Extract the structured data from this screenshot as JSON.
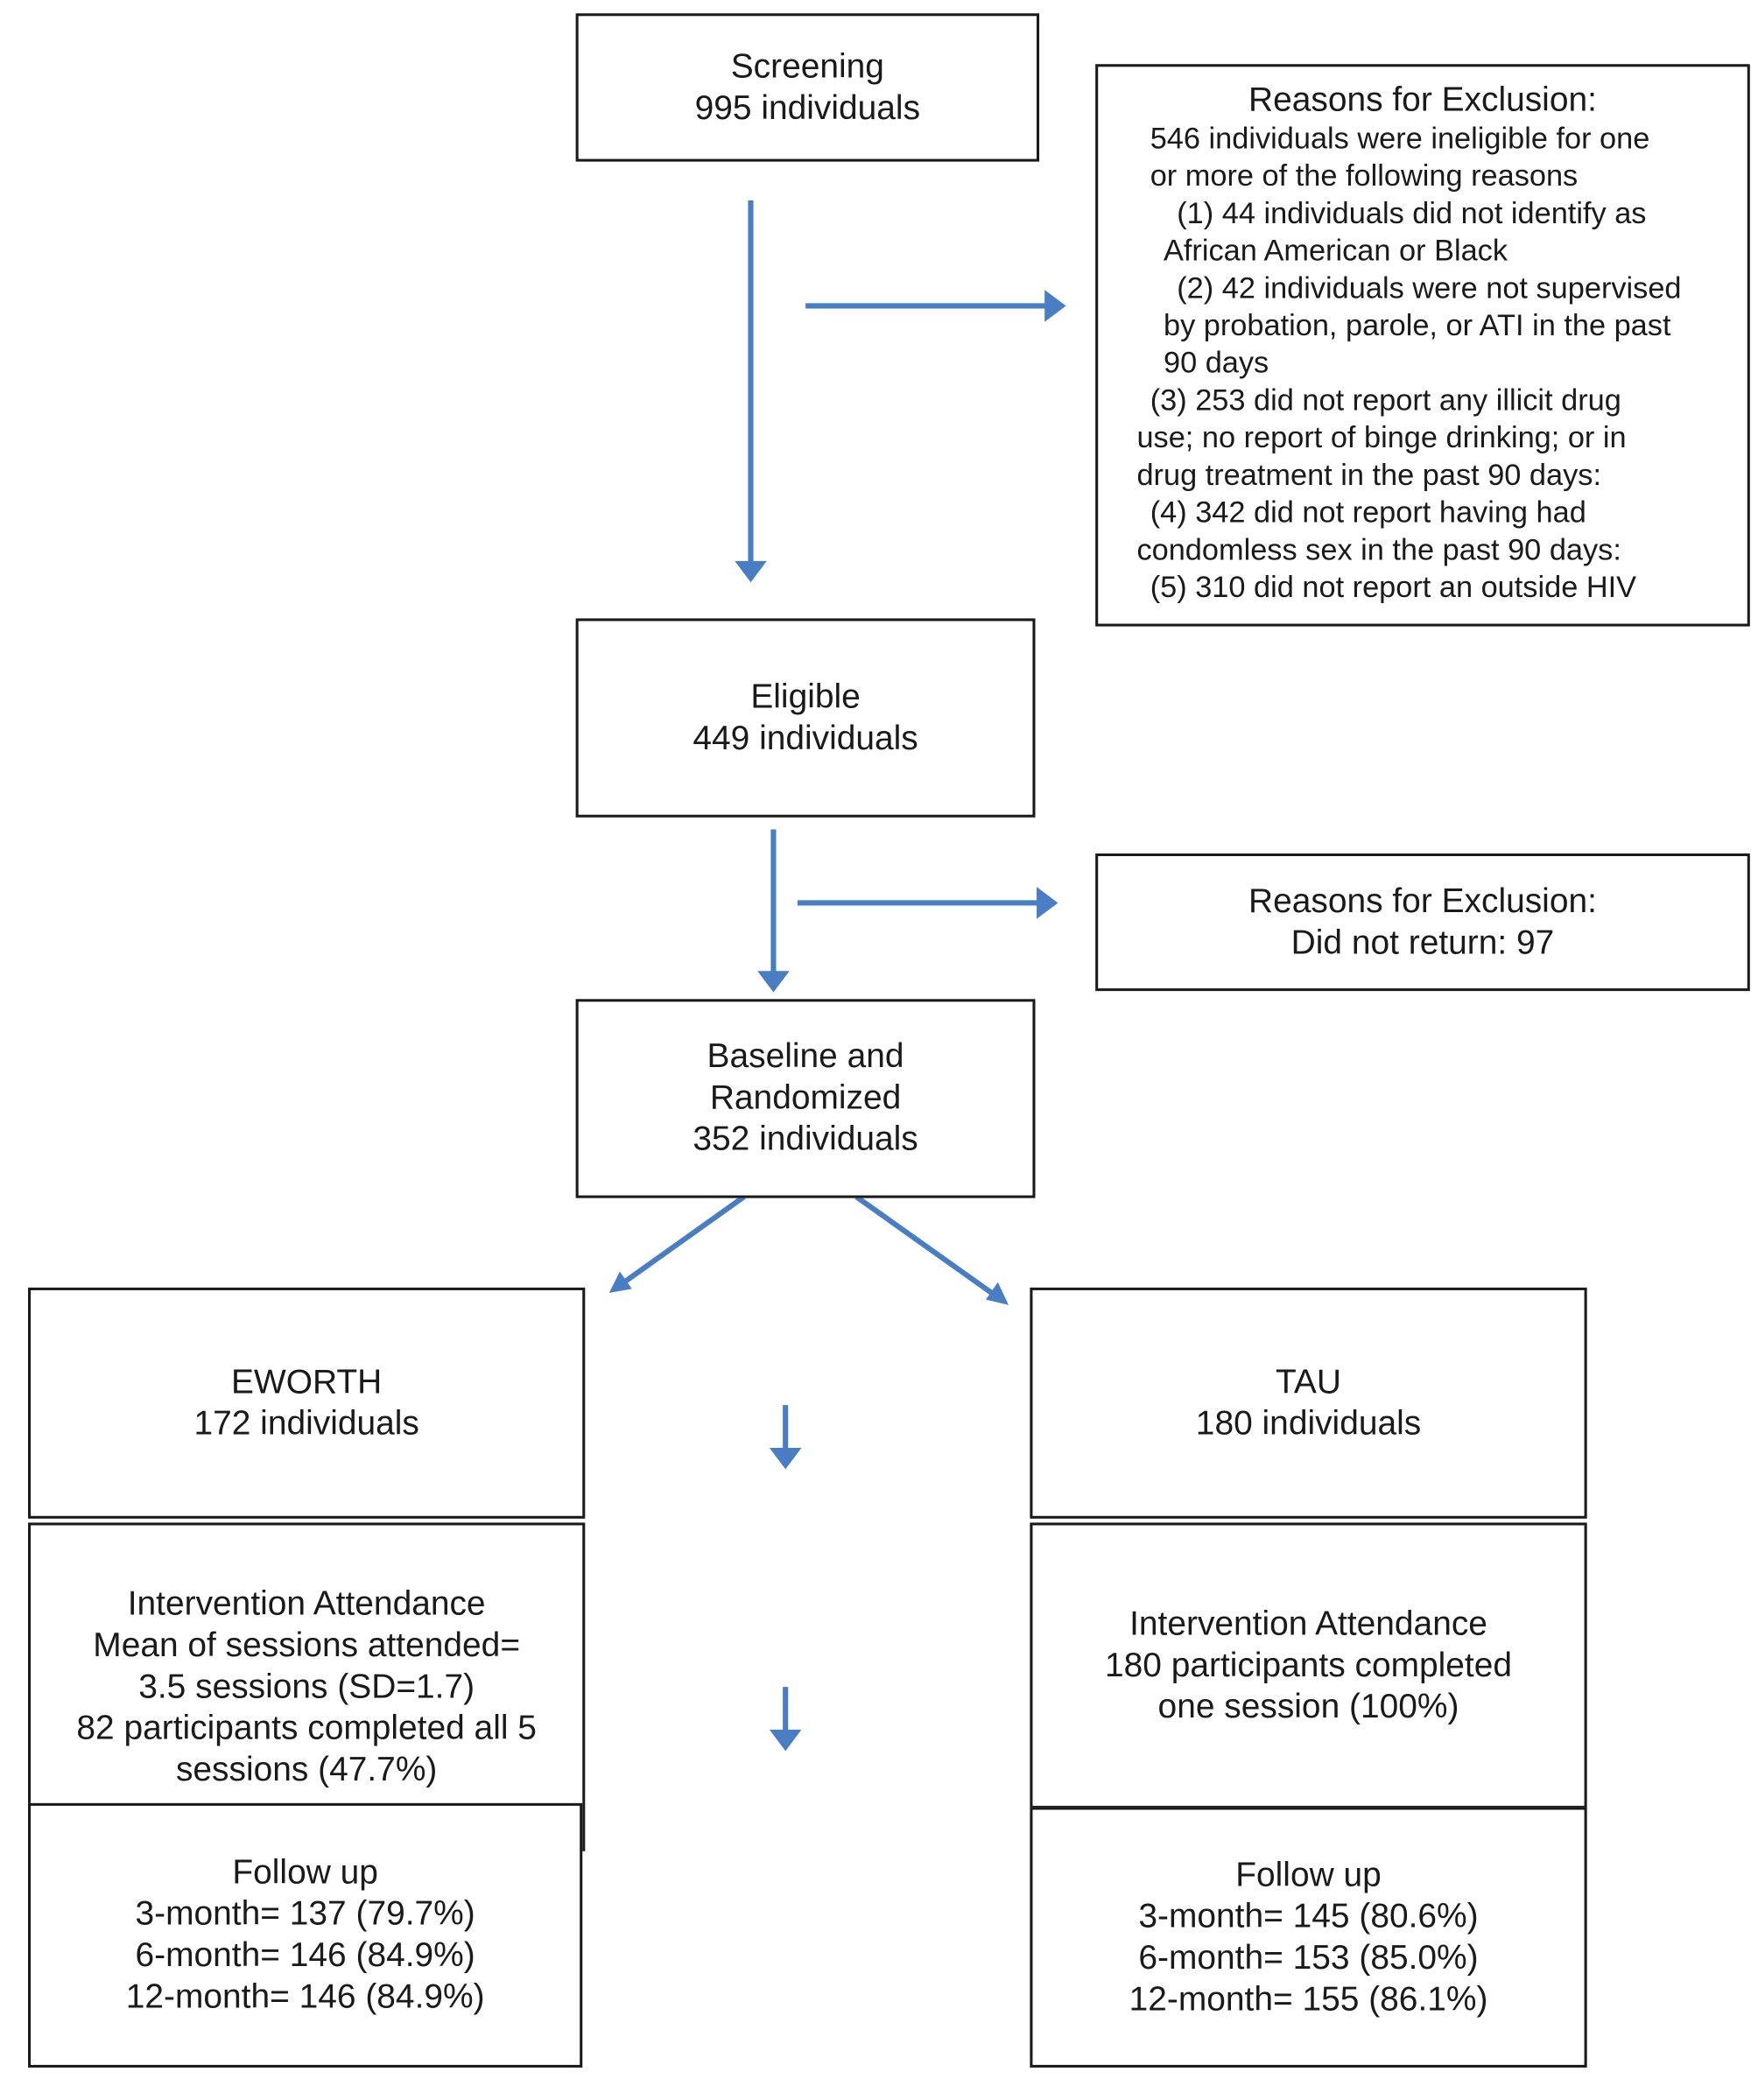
{
  "screening": {
    "title": "Screening",
    "count": "995 individuals"
  },
  "exclusion1": {
    "title": "Reasons for Exclusion:",
    "lines": [
      "546 individuals were ineligible for one",
      "or more of the following reasons",
      "(1) 44 individuals did not identify as",
      "African American or Black",
      "(2) 42 individuals were not supervised",
      "by probation, parole, or ATI in the past",
      "90 days",
      "(3) 253 did not report any illicit drug",
      "use; no report of binge drinking; or in",
      "drug treatment in the past 90 days:",
      "(4) 342 did not report having had",
      "condomless sex in the past 90 days:",
      "(5) 310 did not report an outside HIV"
    ]
  },
  "eligible": {
    "title": "Eligible",
    "count": "449 individuals"
  },
  "exclusion2": {
    "title": "Reasons for Exclusion:",
    "detail": "Did not return: 97"
  },
  "baseline": {
    "line1": "Baseline and",
    "line2": "Randomized",
    "count": "352 individuals"
  },
  "eworth": {
    "arm": {
      "title": "EWORTH",
      "count": "172 individuals"
    },
    "attendance": {
      "title": "Intervention Attendance",
      "lines": [
        "Mean of sessions attended=",
        "3.5 sessions (SD=1.7)",
        "82 participants completed all 5",
        "sessions (47.7%)"
      ]
    },
    "followup": {
      "title": "Follow up",
      "lines": [
        "3-month= 137 (79.7%)",
        "6-month= 146 (84.9%)",
        "12-month= 146 (84.9%)"
      ]
    }
  },
  "tau": {
    "arm": {
      "title": "TAU",
      "count": "180 individuals"
    },
    "attendance": {
      "title": "Intervention Attendance",
      "lines": [
        "180 participants completed",
        "one session (100%)"
      ]
    },
    "followup": {
      "title": "Follow up",
      "lines": [
        "3-month= 145 (80.6%)",
        "6-month= 153 (85.0%)",
        "12-month= 155 (86.1%)"
      ]
    }
  },
  "colors": {
    "arrow": "#4a7ec4",
    "border": "#1a1a1a"
  }
}
